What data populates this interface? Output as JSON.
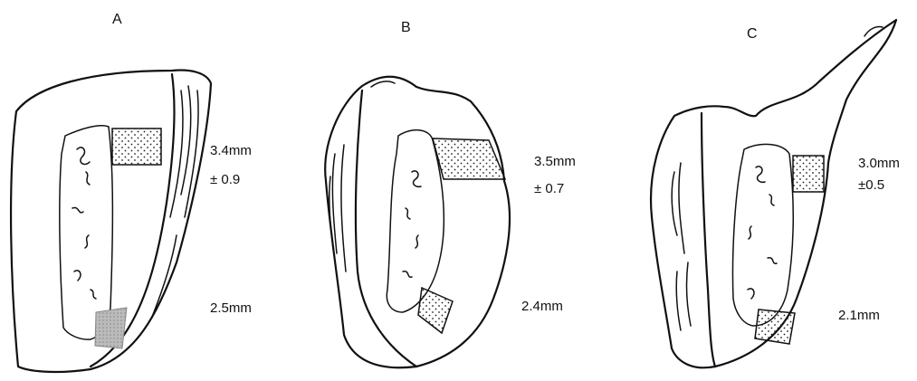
{
  "panels": [
    {
      "letter": "A",
      "thickness_top": "3.4mm",
      "sd_top": "± 0.9",
      "thickness_bottom": "2.5mm"
    },
    {
      "letter": "B",
      "thickness_top": "3.5mm",
      "sd_top": "± 0.7",
      "thickness_bottom": "2.4mm"
    },
    {
      "letter": "C",
      "thickness_top": "3.0mm",
      "sd_top": "±0.5",
      "thickness_bottom": "2.1mm"
    }
  ],
  "style": {
    "ink_color": "#111111",
    "background": "#ffffff"
  }
}
